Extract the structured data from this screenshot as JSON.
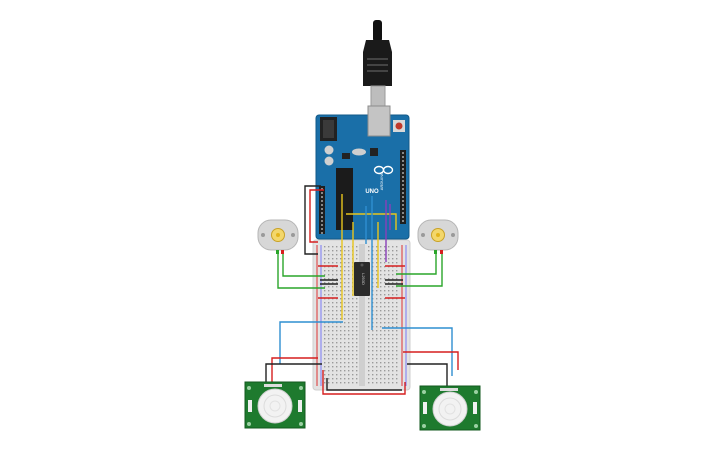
{
  "canvas": {
    "background": "#ffffff"
  },
  "board": {
    "name": "Arduino Uno R3",
    "pcb_color": "#1a6fa8",
    "logo_text": "ARDUINO",
    "model_text": "UNO"
  },
  "ic": {
    "label": "L293D",
    "color": "#2b2b2b"
  },
  "components": {
    "motors": [
      "dc-motor-left",
      "dc-motor-right"
    ],
    "pir_sensors": [
      "pir-sensor-left",
      "pir-sensor-right"
    ],
    "pir_color": "#1e7a2e",
    "breadboard_color": "#e3e3e3"
  },
  "wire_colors": {
    "red": "#d61f1f",
    "black": "#222222",
    "green": "#2aa52a",
    "blue": "#2f8fd1",
    "yellow": "#e8c51c",
    "purple": "#8a3fb8"
  },
  "icons": [
    "usb-plug-icon",
    "arduino-infinity-logo-icon",
    "motor-shaft-icon",
    "pir-dome-icon"
  ]
}
